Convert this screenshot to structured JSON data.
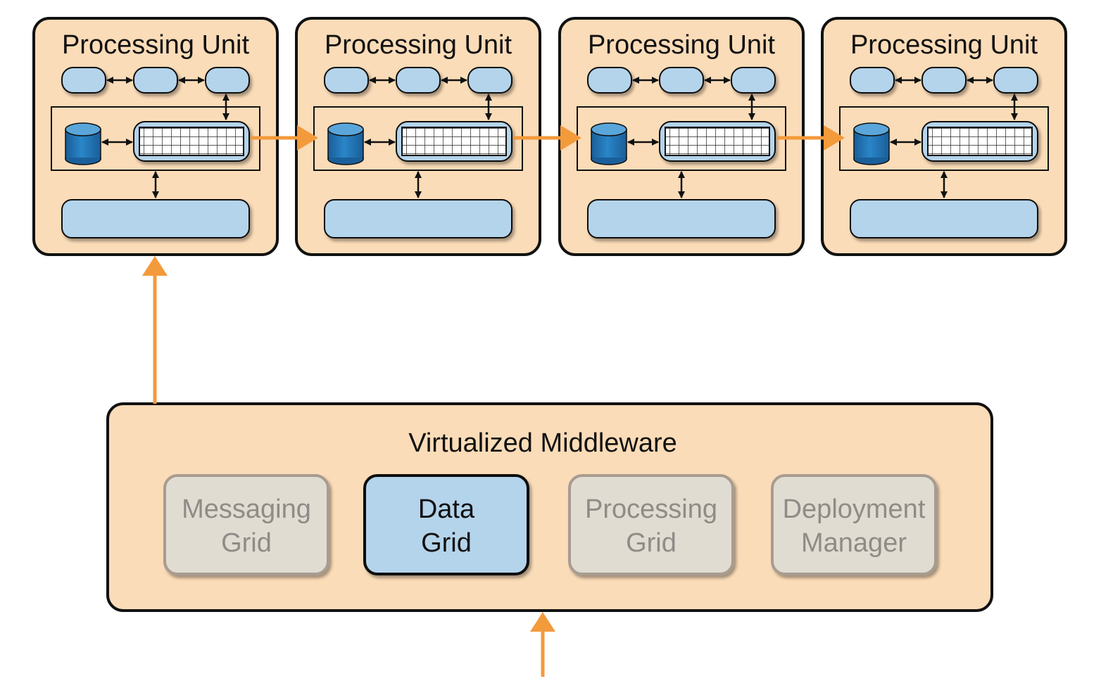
{
  "processing_units": [
    {
      "title": "Processing Unit"
    },
    {
      "title": "Processing Unit"
    },
    {
      "title": "Processing Unit"
    },
    {
      "title": "Processing Unit"
    }
  ],
  "middleware": {
    "title": "Virtualized Middleware",
    "components": [
      {
        "line1": "Messaging",
        "line2": "Grid",
        "state": "inactive"
      },
      {
        "line1": "Data",
        "line2": "Grid",
        "state": "active"
      },
      {
        "line1": "Processing",
        "line2": "Grid",
        "state": "inactive"
      },
      {
        "line1": "Deployment",
        "line2": "Manager",
        "state": "inactive"
      }
    ]
  },
  "colors": {
    "unit_fill": "#fbdcb8",
    "module_fill": "#b4d4eb",
    "inactive_fill": "#e0dcd2",
    "inactive_border": "#a89c90",
    "flow_arrow": "#f39a3b",
    "db_blue": "#1f74b8"
  }
}
